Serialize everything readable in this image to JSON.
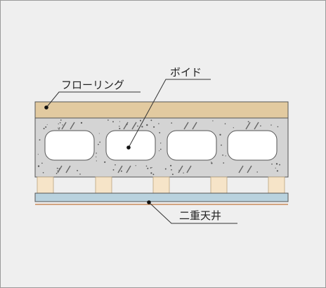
{
  "labels": {
    "flooring": "フローリング",
    "void": "ボイド",
    "ceiling": "二重天井"
  },
  "colors": {
    "frame_border": "#9a9a9a",
    "background": "#efefef",
    "flooring": "#e2caa0",
    "concrete": "#d4d4d4",
    "outline": "#555555",
    "void_fill": "#ffffff",
    "joist": "#f6e4c8",
    "ceiling_board": "#b9d2de",
    "ceiling_underline": "#c98a5a",
    "leader_line": "#333333",
    "text": "#222222"
  },
  "components": {
    "void_count": 4,
    "joist_count": 5
  }
}
